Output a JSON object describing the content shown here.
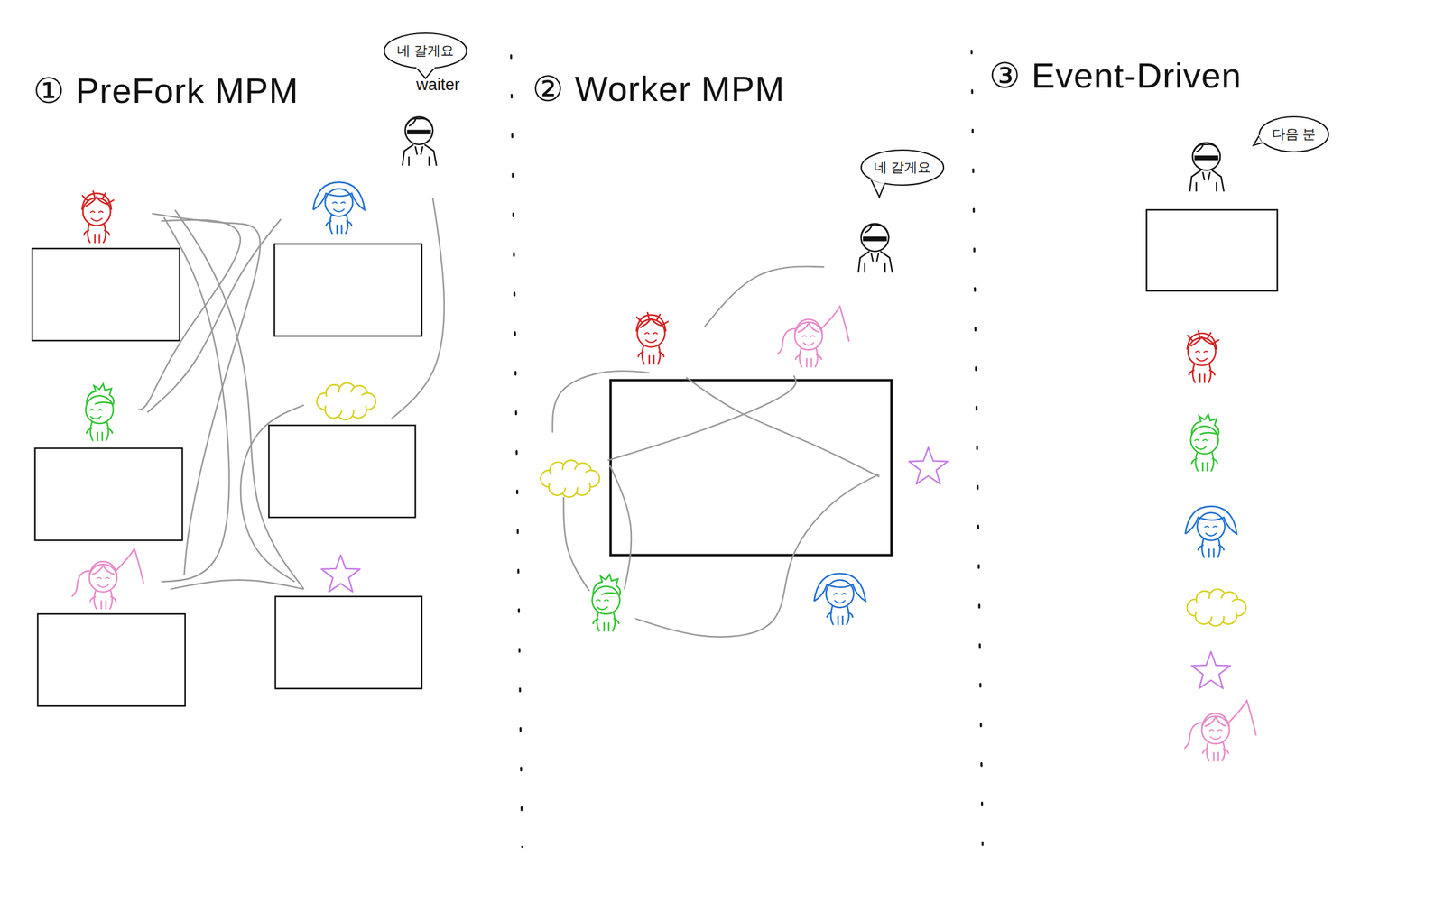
{
  "diagram": {
    "nodes": [
      {
        "text": [
          "네 갈게요"
        ]
      },
      {
        "text": [
          "네 갈게요"
        ]
      },
      {
        "text": [
          "다음 분"
        ]
      }
    ],
    "labels": [
      "① PreFork MPM",
      "waiter",
      "② Worker MPM",
      "③ Event-Driven"
    ]
  }
}
